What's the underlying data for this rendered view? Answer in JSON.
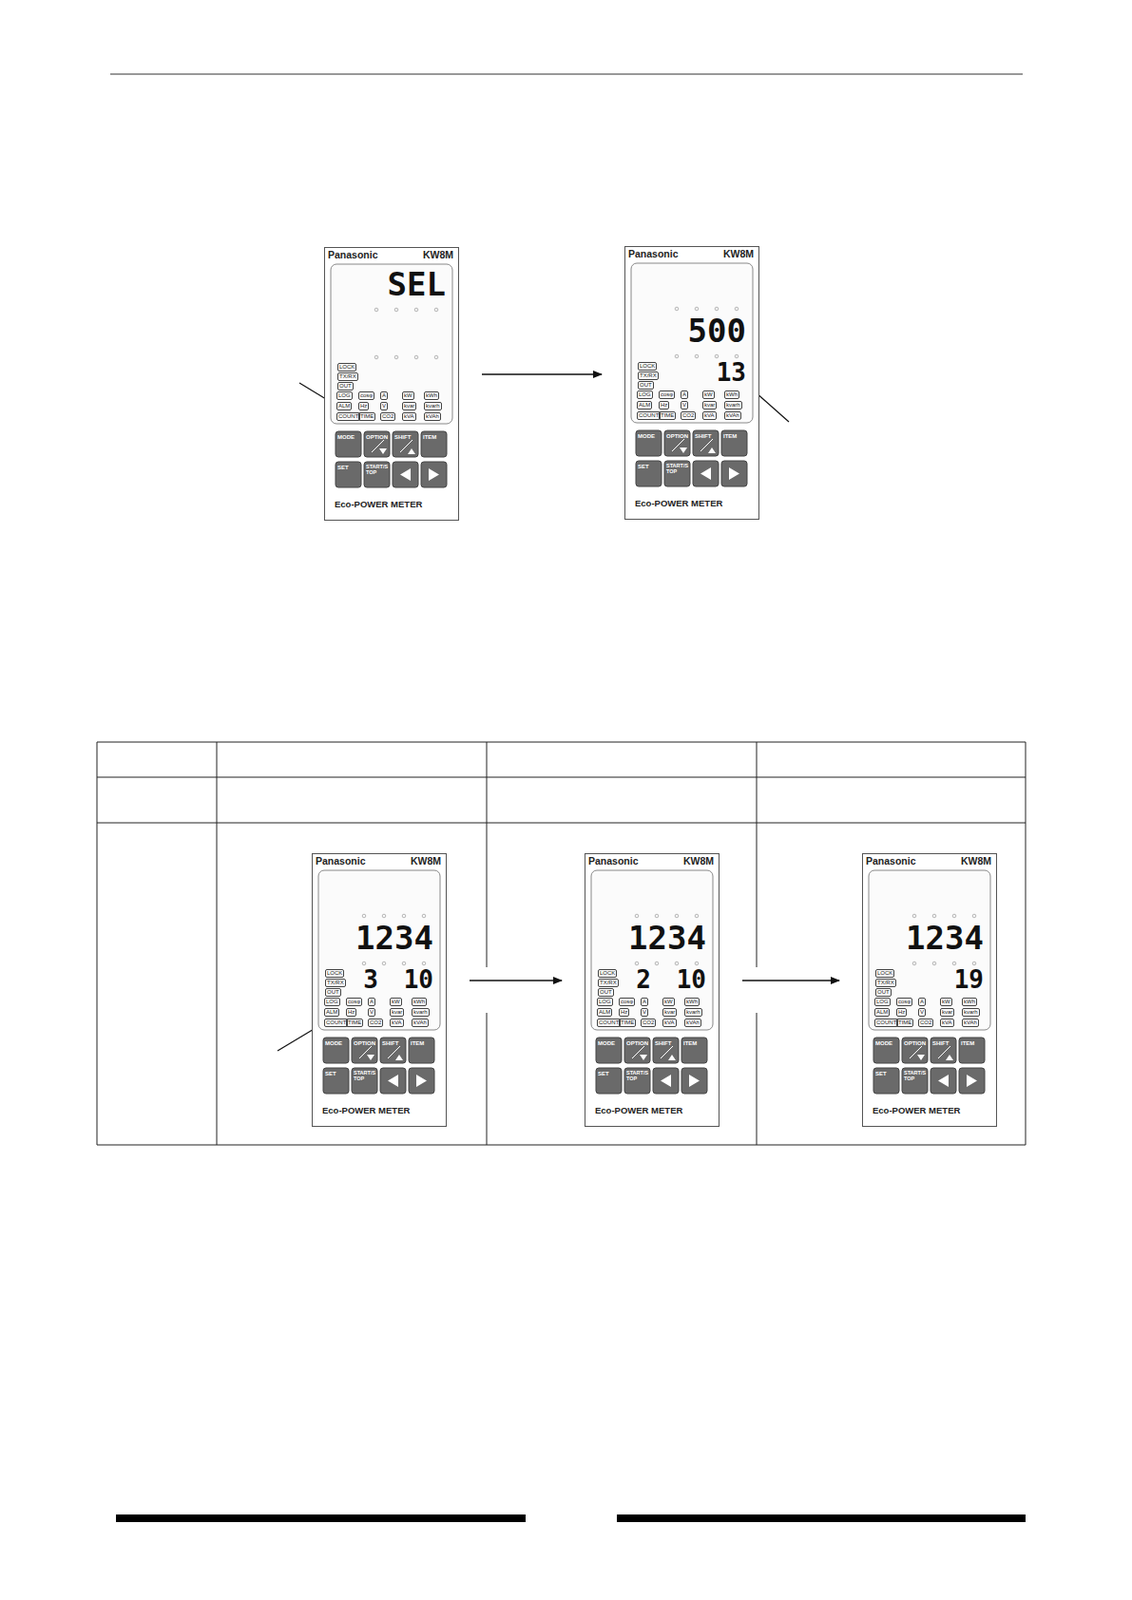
{
  "diagram": {
    "nodes": [
      {
        "text": [
          "Panasonic",
          "KW8M",
          "SEL",
          "LOCK",
          "TX/RX",
          "OUT",
          "LOG",
          "cosφ",
          "A",
          "kW",
          "kWh",
          "ALM",
          "Hz",
          "V",
          "kvar",
          "kvarh",
          "COUNT",
          "TIME",
          "CO2",
          "kVA",
          "kVAh",
          "MODE",
          "OPTION",
          "SHIFT",
          "ITEM",
          "SET",
          "START/STOP",
          "Eco-POWER METER"
        ]
      },
      {
        "text": [
          "Panasonic",
          "KW8M",
          "500",
          "13",
          "LOCK",
          "TX/RX",
          "OUT",
          "LOG",
          "cosφ",
          "A",
          "kW",
          "kWh",
          "ALM",
          "Hz",
          "V",
          "kvar",
          "kvarh",
          "COUNT",
          "TIME",
          "CO2",
          "kVA",
          "kVAh",
          "MODE",
          "OPTION",
          "SHIFT",
          "ITEM",
          "SET",
          "START/STOP",
          "Eco-POWER METER"
        ]
      },
      {
        "text": [
          "Panasonic",
          "KW8M",
          "1234",
          "3",
          "10",
          "LOCK",
          "TX/RX",
          "OUT",
          "LOG",
          "cosφ",
          "A",
          "kW",
          "kWh",
          "ALM",
          "Hz",
          "V",
          "kvar",
          "kvarh",
          "COUNT",
          "TIME",
          "CO2",
          "kVA",
          "kVAh",
          "MODE",
          "OPTION",
          "SHIFT",
          "ITEM",
          "SET",
          "START/STOP",
          "Eco-POWER METER"
        ]
      },
      {
        "text": [
          "Panasonic",
          "KW8M",
          "1234",
          "2",
          "10",
          "LOCK",
          "TX/RX",
          "OUT",
          "LOG",
          "cosφ",
          "A",
          "kW",
          "kWh",
          "ALM",
          "Hz",
          "V",
          "kvar",
          "kvarh",
          "COUNT",
          "TIME",
          "CO2",
          "kVA",
          "kVAh",
          "MODE",
          "OPTION",
          "SHIFT",
          "ITEM",
          "SET",
          "START/STOP",
          "Eco-POWER METER"
        ]
      },
      {
        "text": [
          "Panasonic",
          "KW8M",
          "1234",
          "19",
          "LOCK",
          "TX/RX",
          "OUT",
          "LOG",
          "cosφ",
          "A",
          "kW",
          "kWh",
          "ALM",
          "Hz",
          "V",
          "kvar",
          "kvarh",
          "COUNT",
          "TIME",
          "CO2",
          "kVA",
          "kVAh",
          "MODE",
          "OPTION",
          "SHIFT",
          "ITEM",
          "SET",
          "START/STOP",
          "Eco-POWER METER"
        ]
      }
    ],
    "edges": [
      {
        "from": 0,
        "to": 1,
        "arrow": "to"
      },
      {
        "from": 2,
        "to": 3,
        "arrow": "to"
      },
      {
        "from": 3,
        "to": 4,
        "arrow": "to"
      }
    ]
  }
}
